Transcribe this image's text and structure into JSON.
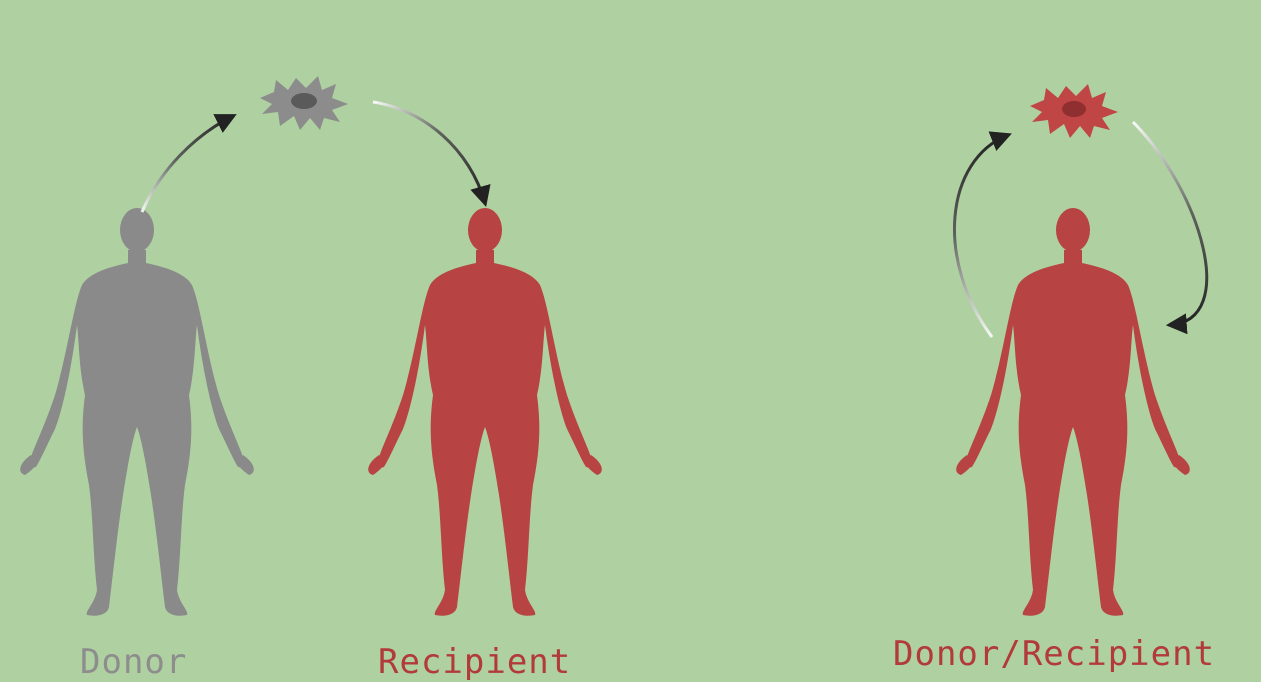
{
  "colors": {
    "background": "#afd1a1",
    "donor": "#8a8a8a",
    "recipient": "#b84343",
    "arrow": "#222222"
  },
  "panels": {
    "allogeneic": {
      "donor_label": "Donor",
      "recipient_label": "Recipient",
      "cell_icon": "cell-icon"
    },
    "autologous": {
      "donor_recipient_label": "Donor/Recipient",
      "cell_icon": "cell-icon"
    }
  }
}
